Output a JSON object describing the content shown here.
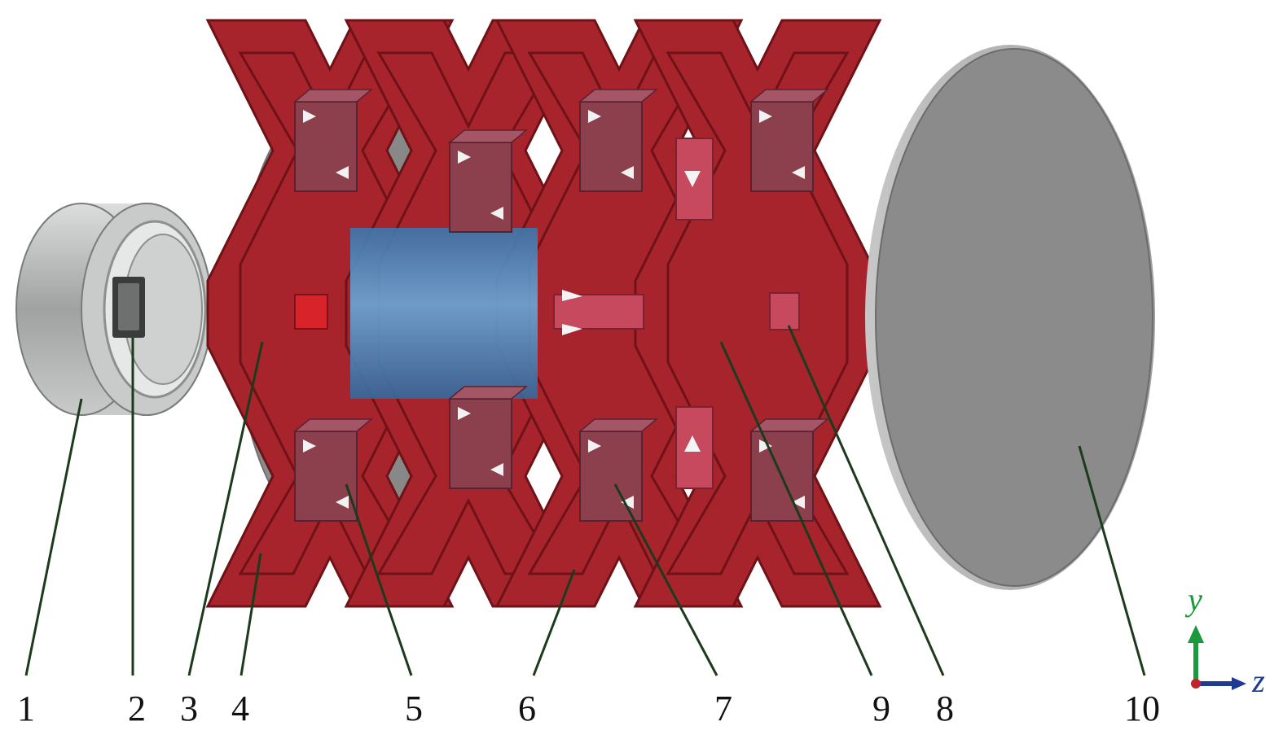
{
  "figure": {
    "callouts": [
      "1",
      "2",
      "3",
      "4",
      "5",
      "6",
      "7",
      "9",
      "8",
      "10"
    ]
  },
  "axes": {
    "y_label": "y",
    "z_label": "z",
    "y_color": "#1a9a3c",
    "z_color": "#1f3a8f"
  },
  "colors": {
    "core_red": "#a8242c",
    "core_red_dark": "#6e1218",
    "magnet_pink": "#8c3f4c",
    "tube_blue": "#5b93c4",
    "plate_gray": "#8a8b8a",
    "bearing_gray": "#b5b7b6"
  },
  "icons": [
    "coordinate-triad-icon"
  ]
}
